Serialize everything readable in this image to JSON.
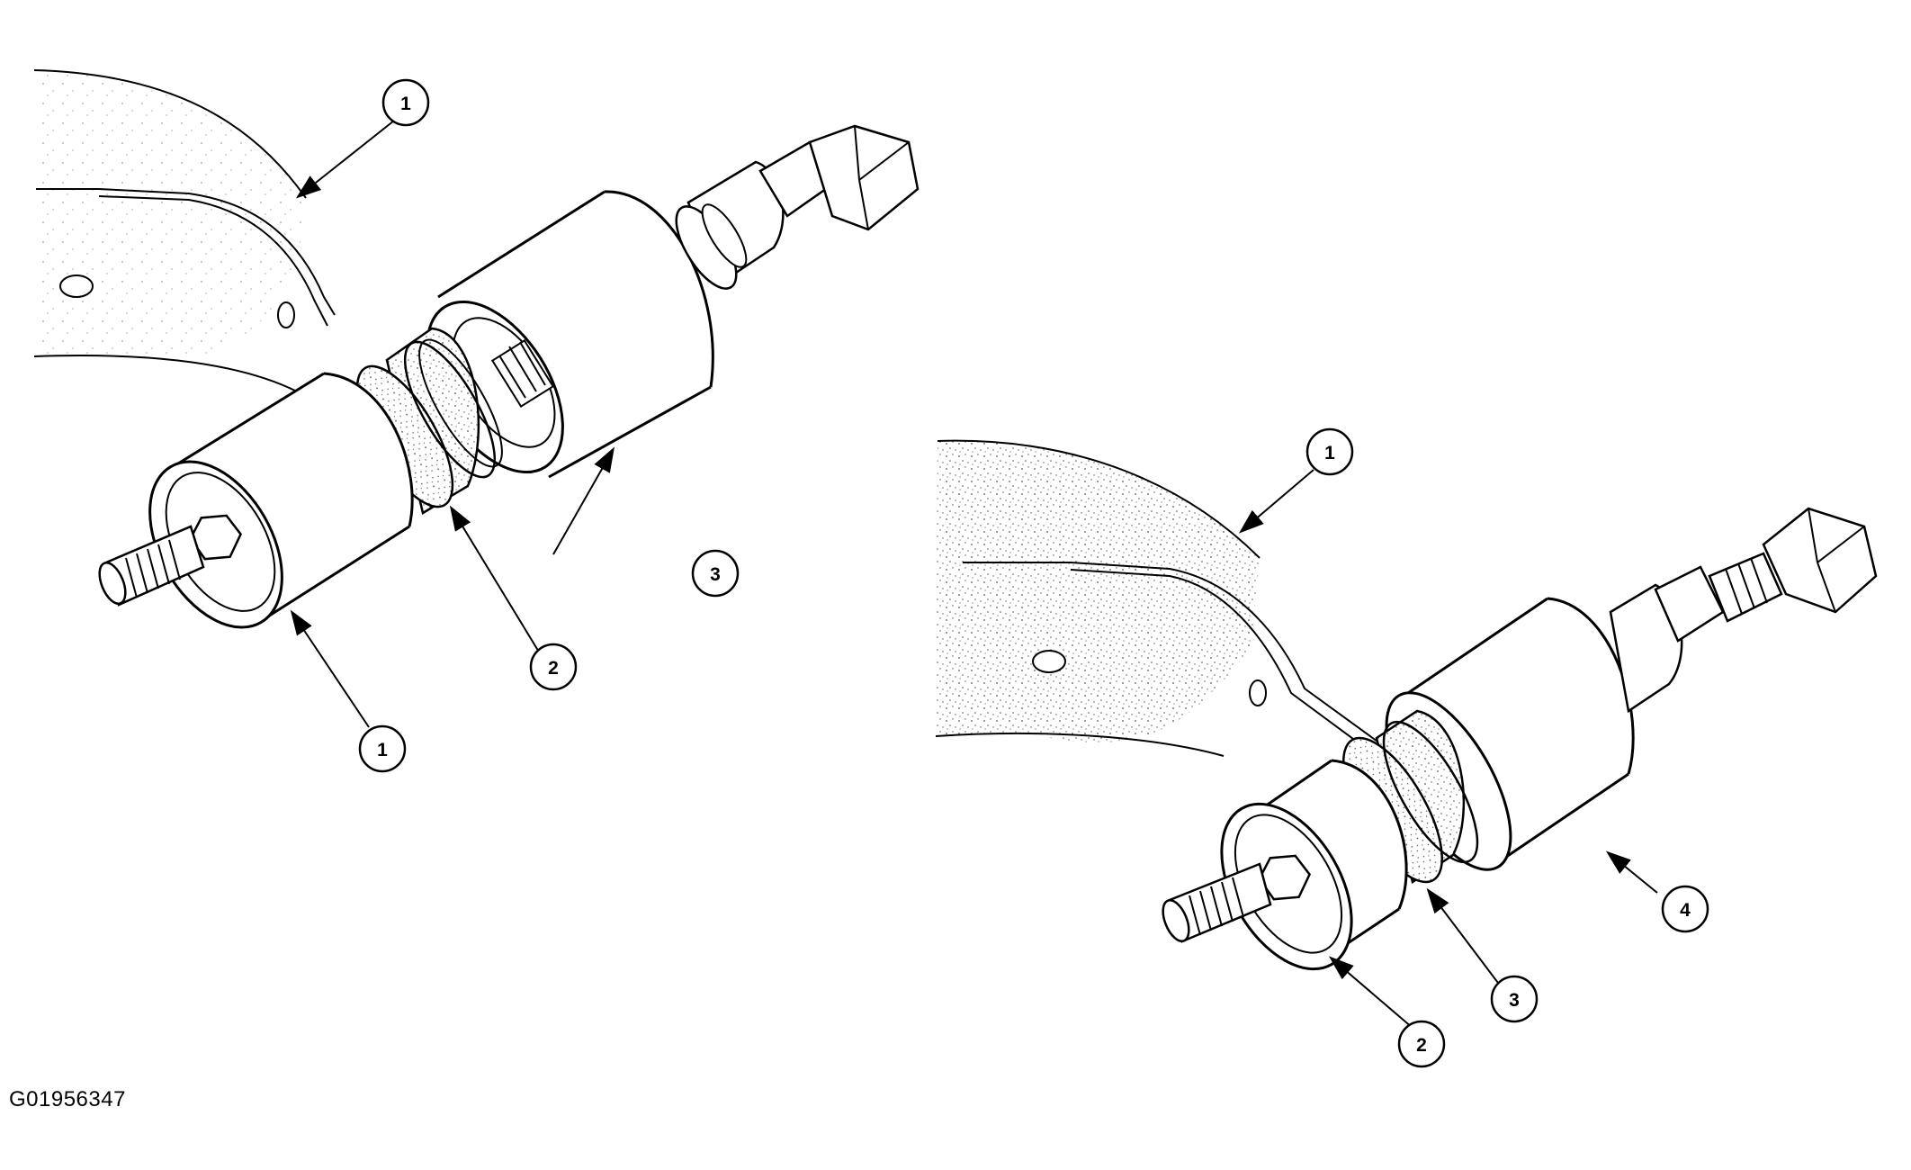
{
  "figure_id": "G01956347",
  "left_view": {
    "callouts": [
      "1",
      "2",
      "3",
      "1"
    ]
  },
  "right_view": {
    "callouts": [
      "1",
      "2",
      "3",
      "4"
    ]
  }
}
